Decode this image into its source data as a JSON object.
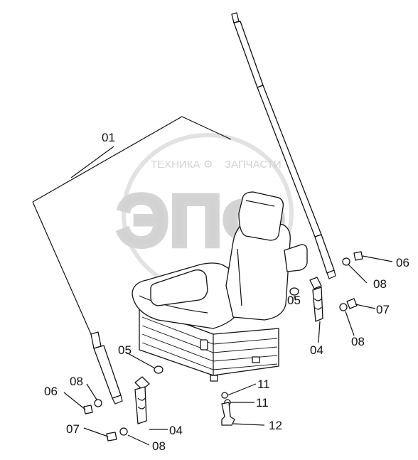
{
  "watermark": {
    "text_left": "ТЕХНИКА",
    "text_right": "ЗАПЧАСТИ",
    "big_text": "ЭПФ"
  },
  "callouts": {
    "assembly": "01",
    "belt_left": "04",
    "belt_right": "04",
    "collar_left": "05",
    "collar_right": "05",
    "bolt_left": "06",
    "bolt_right": "06",
    "bolt_lower_left": "07",
    "bolt_lower_right": "07",
    "washer_left_upper": "08",
    "washer_left_lower": "08",
    "washer_right_upper": "08",
    "washer_right_lower": "08",
    "screw_upper": "11",
    "screw_lower": "11",
    "bracket": "12"
  },
  "colors": {
    "line": "#111111",
    "watermark": "#d2d2d2",
    "background": "#ffffff"
  }
}
